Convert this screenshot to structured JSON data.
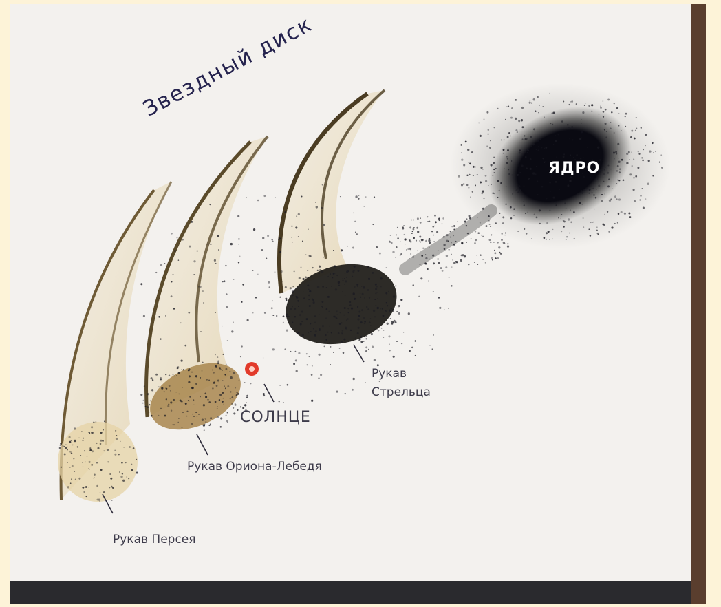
{
  "diagram": {
    "title": "Звездный диск",
    "core_label": "ЯДРО",
    "sun_label": "СОЛНЦЕ",
    "arm_labels": {
      "perseus": "Рукав Персея",
      "orion": "Рукав Ориона-Лебедя",
      "sagittarius_line1": "Рукав",
      "sagittarius_line2": "Стрельца"
    }
  },
  "colors": {
    "slide_background": "#f3f1ee",
    "border": "#fdf3d8",
    "core": "#0c0c14",
    "sun": "#e23a2a",
    "arm_fill": "#c9a45a",
    "label_text": "#3d3b4a"
  }
}
